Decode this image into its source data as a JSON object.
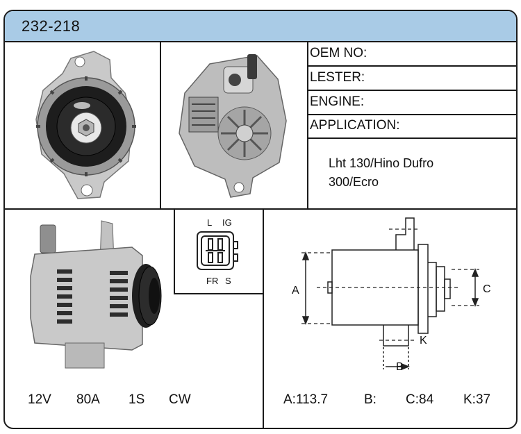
{
  "part_number": "232-218",
  "info": {
    "oem_no": "OEM NO:",
    "lester": "LESTER:",
    "engine": "ENGINE:",
    "application": "APPLICATION:",
    "application_value_line1": "Lht 130/Hino Dufro",
    "application_value_line2": "300/Ecro"
  },
  "connector": {
    "pin_l": "L",
    "pin_ig": "IG",
    "pin_fr": "FR",
    "pin_s": "S"
  },
  "specs": {
    "voltage": "12V",
    "amperage": "80A",
    "pulley": "1S",
    "rotation": "CW"
  },
  "dimensions": {
    "a_label": "A",
    "b_label": "B",
    "c_label": "C",
    "k_label": "K",
    "a_value": "A:113.7",
    "b_value": "B:",
    "c_value": "C:84",
    "k_value": "K:37"
  }
}
